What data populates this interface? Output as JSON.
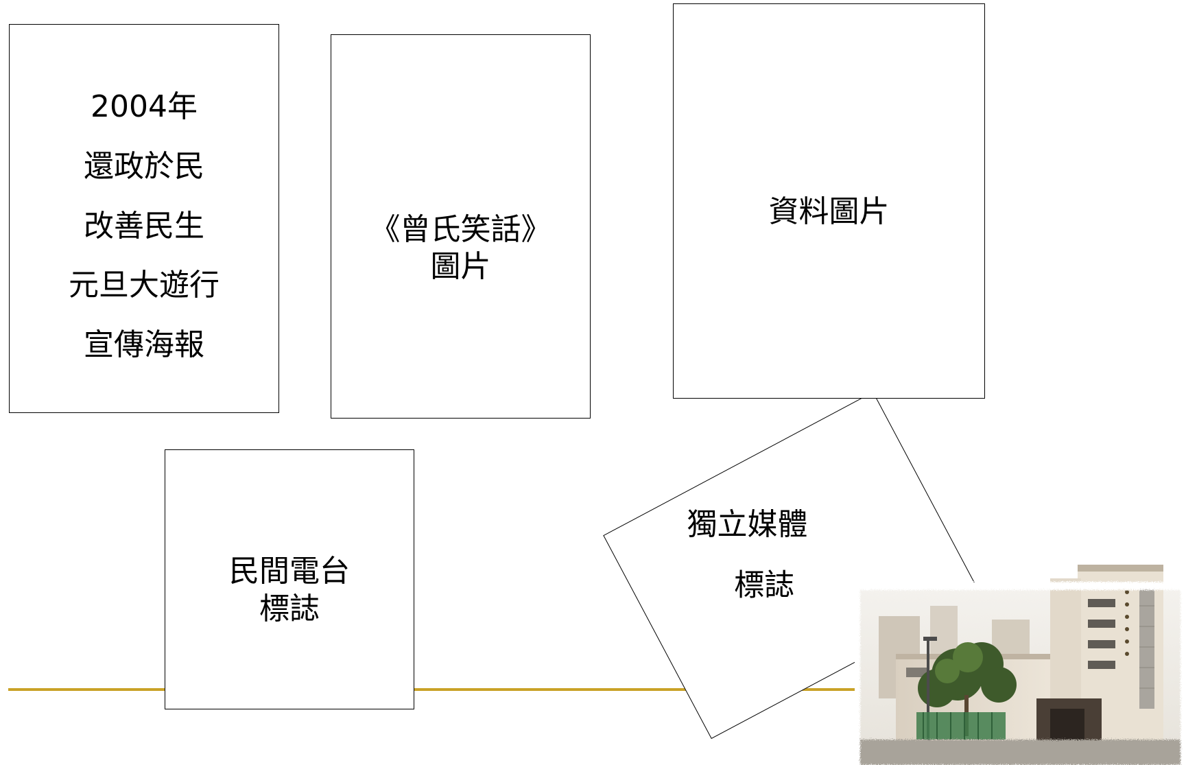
{
  "colors": {
    "rule": "#C9A227",
    "border": "#000000",
    "background": "#FFFFFF"
  },
  "boxes": {
    "poster": {
      "lines": [
        "2004年",
        "還政於民",
        "改善民生",
        "元旦大遊行",
        "宣傳海報"
      ]
    },
    "comic": {
      "lines": [
        "《曾氏笑話》",
        "圖片"
      ]
    },
    "resource": {
      "lines": [
        "資料圖片"
      ]
    },
    "radio": {
      "lines": [
        "民間電台",
        "標誌"
      ]
    },
    "media": {
      "lines": [
        "獨立媒體",
        "標誌"
      ]
    }
  },
  "photo": {
    "subject": "school-building-photo"
  }
}
